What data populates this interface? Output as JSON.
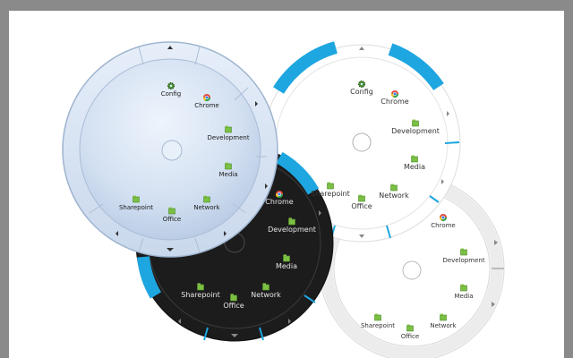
{
  "window": {
    "background_color": "#8a8a8a",
    "canvas_color": "#ffffff"
  },
  "menus": {
    "white_menu": {
      "theme": "white",
      "accent_color": "#1ea6e0",
      "items": [
        {
          "label": "Config",
          "icon": "gear-icon"
        },
        {
          "label": "Chrome",
          "icon": "chrome-icon"
        },
        {
          "label": "Development",
          "icon": "folder-icon"
        },
        {
          "label": "Media",
          "icon": "folder-icon"
        },
        {
          "label": "Network",
          "icon": "folder-icon"
        },
        {
          "label": "Office",
          "icon": "folder-icon"
        },
        {
          "label": "Sharepoint",
          "icon": "folder-icon"
        }
      ]
    },
    "light_menu": {
      "theme": "light-gray",
      "items": [
        {
          "label": "Chrome",
          "icon": "chrome-icon"
        },
        {
          "label": "Development",
          "icon": "folder-icon"
        },
        {
          "label": "Media",
          "icon": "folder-icon"
        },
        {
          "label": "Network",
          "icon": "folder-icon"
        },
        {
          "label": "Office",
          "icon": "folder-icon"
        },
        {
          "label": "Sharepoint",
          "icon": "folder-icon"
        }
      ]
    },
    "dark_menu": {
      "theme": "black",
      "accent_color": "#1ea6e0",
      "items": [
        {
          "label": "Chrome",
          "icon": "chrome-icon"
        },
        {
          "label": "Development",
          "icon": "folder-icon"
        },
        {
          "label": "Media",
          "icon": "folder-icon"
        },
        {
          "label": "Network",
          "icon": "folder-icon"
        },
        {
          "label": "Office",
          "icon": "folder-icon"
        },
        {
          "label": "Sharepoint",
          "icon": "folder-icon"
        }
      ]
    },
    "blue_menu": {
      "theme": "glass-blue",
      "items": [
        {
          "label": "Config",
          "icon": "gear-icon"
        },
        {
          "label": "Chrome",
          "icon": "chrome-icon"
        },
        {
          "label": "Development",
          "icon": "folder-icon"
        },
        {
          "label": "Media",
          "icon": "folder-icon"
        },
        {
          "label": "Network",
          "icon": "folder-icon"
        },
        {
          "label": "Office",
          "icon": "folder-icon"
        },
        {
          "label": "Sharepoint",
          "icon": "folder-icon"
        }
      ]
    }
  }
}
